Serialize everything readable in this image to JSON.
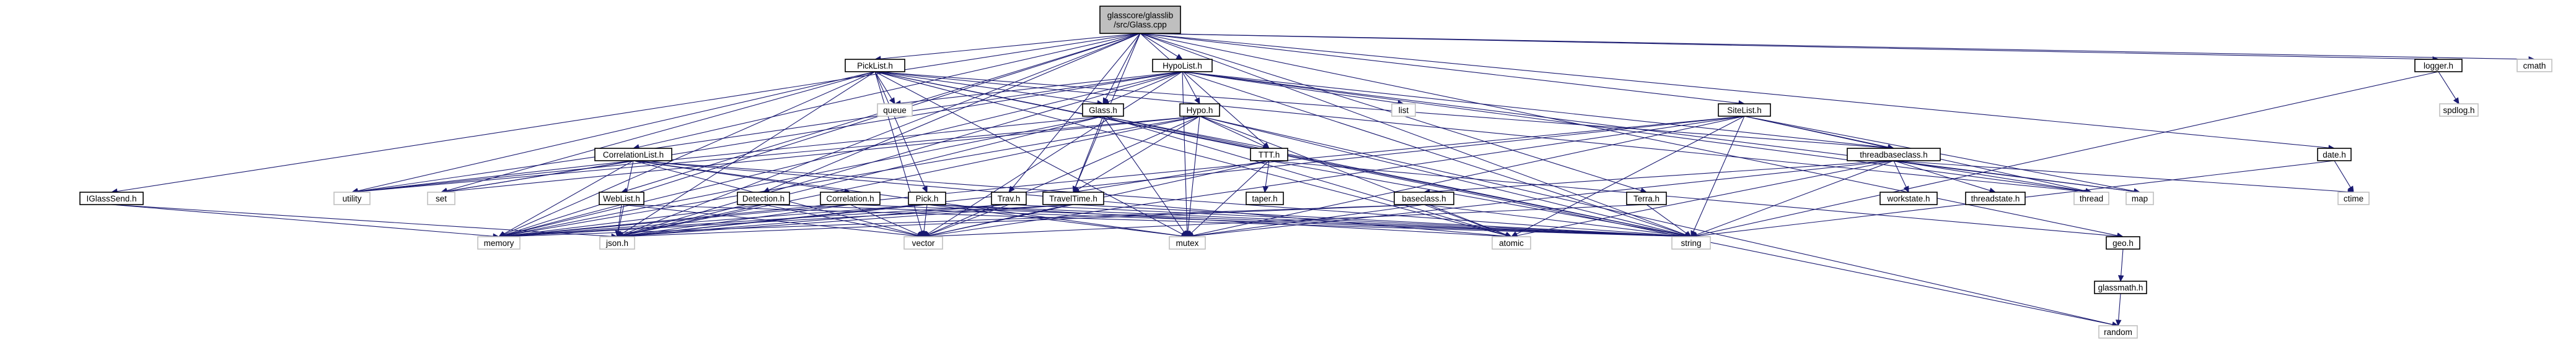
{
  "title": "glasscore/glasslib/src/Glass.cpp",
  "colors": {
    "edge": "#191970",
    "root_fill": "#bfbfbf",
    "node_fill": "#ffffff",
    "node_border": "#000000",
    "external_border": "#bfbfbf"
  },
  "nodes": [
    {
      "id": "root",
      "label": "glasscore/glasslib\n/src/Glass.cpp",
      "kind": "root"
    },
    {
      "id": "picklist",
      "label": "PickList.h",
      "kind": "header"
    },
    {
      "id": "hypolist",
      "label": "HypoList.h",
      "kind": "header"
    },
    {
      "id": "logger",
      "label": "logger.h",
      "kind": "header"
    },
    {
      "id": "cmath",
      "label": "cmath",
      "kind": "external"
    },
    {
      "id": "spdlog",
      "label": "spdlog.h",
      "kind": "external"
    },
    {
      "id": "queue",
      "label": "queue",
      "kind": "external"
    },
    {
      "id": "glass",
      "label": "Glass.h",
      "kind": "header"
    },
    {
      "id": "hypo",
      "label": "Hypo.h",
      "kind": "header"
    },
    {
      "id": "list",
      "label": "list",
      "kind": "external"
    },
    {
      "id": "sitelist",
      "label": "SiteList.h",
      "kind": "header"
    },
    {
      "id": "corrlist",
      "label": "CorrelationList.h",
      "kind": "header"
    },
    {
      "id": "ttt",
      "label": "TTT.h",
      "kind": "header"
    },
    {
      "id": "tbc",
      "label": "threadbaseclass.h",
      "kind": "header"
    },
    {
      "id": "date",
      "label": "date.h",
      "kind": "header"
    },
    {
      "id": "utility",
      "label": "utility",
      "kind": "external"
    },
    {
      "id": "set",
      "label": "set",
      "kind": "external"
    },
    {
      "id": "taper",
      "label": "taper.h",
      "kind": "header"
    },
    {
      "id": "baseclass",
      "label": "baseclass.h",
      "kind": "header"
    },
    {
      "id": "workstate",
      "label": "workstate.h",
      "kind": "header"
    },
    {
      "id": "threadstate",
      "label": "threadstate.h",
      "kind": "header"
    },
    {
      "id": "thread",
      "label": "thread",
      "kind": "external"
    },
    {
      "id": "map",
      "label": "map",
      "kind": "external"
    },
    {
      "id": "ctime",
      "label": "ctime",
      "kind": "external"
    },
    {
      "id": "iglasssend",
      "label": "IGlassSend.h",
      "kind": "header"
    },
    {
      "id": "weblist",
      "label": "WebList.h",
      "kind": "header"
    },
    {
      "id": "detection",
      "label": "Detection.h",
      "kind": "header"
    },
    {
      "id": "correlation",
      "label": "Correlation.h",
      "kind": "header"
    },
    {
      "id": "pick",
      "label": "Pick.h",
      "kind": "header"
    },
    {
      "id": "trav",
      "label": "Trav.h",
      "kind": "header"
    },
    {
      "id": "traveltime",
      "label": "TravelTime.h",
      "kind": "header"
    },
    {
      "id": "terra",
      "label": "Terra.h",
      "kind": "header"
    },
    {
      "id": "memory",
      "label": "memory",
      "kind": "external"
    },
    {
      "id": "json",
      "label": "json.h",
      "kind": "external"
    },
    {
      "id": "vector",
      "label": "vector",
      "kind": "external"
    },
    {
      "id": "mutex",
      "label": "mutex",
      "kind": "external"
    },
    {
      "id": "atomic",
      "label": "atomic",
      "kind": "external"
    },
    {
      "id": "string",
      "label": "string",
      "kind": "external"
    },
    {
      "id": "geo",
      "label": "geo.h",
      "kind": "header"
    },
    {
      "id": "glassmath",
      "label": "glassmath.h",
      "kind": "header"
    },
    {
      "id": "random",
      "label": "random",
      "kind": "external"
    }
  ],
  "edges": [
    [
      "root",
      "picklist"
    ],
    [
      "root",
      "hypolist"
    ],
    [
      "root",
      "logger"
    ],
    [
      "root",
      "cmath"
    ],
    [
      "root",
      "glass"
    ],
    [
      "root",
      "sitelist"
    ],
    [
      "root",
      "corrlist"
    ],
    [
      "root",
      "ttt"
    ],
    [
      "root",
      "date"
    ],
    [
      "root",
      "iglasssend"
    ],
    [
      "root",
      "weblist"
    ],
    [
      "root",
      "detection"
    ],
    [
      "root",
      "trav"
    ],
    [
      "root",
      "traveltime"
    ],
    [
      "root",
      "terra"
    ],
    [
      "root",
      "memory"
    ],
    [
      "root",
      "json"
    ],
    [
      "root",
      "geo"
    ],
    [
      "root",
      "string"
    ],
    [
      "picklist",
      "glass"
    ],
    [
      "picklist",
      "pick"
    ],
    [
      "picklist",
      "queue"
    ],
    [
      "picklist",
      "tbc"
    ],
    [
      "picklist",
      "utility"
    ],
    [
      "picklist",
      "set"
    ],
    [
      "picklist",
      "memory"
    ],
    [
      "picklist",
      "json"
    ],
    [
      "picklist",
      "vector"
    ],
    [
      "picklist",
      "mutex"
    ],
    [
      "picklist",
      "random"
    ],
    [
      "picklist",
      "atomic"
    ],
    [
      "picklist",
      "string"
    ],
    [
      "picklist",
      "thread"
    ],
    [
      "hypolist",
      "glass"
    ],
    [
      "hypolist",
      "hypo"
    ],
    [
      "hypolist",
      "queue"
    ],
    [
      "hypolist",
      "list"
    ],
    [
      "hypolist",
      "tbc"
    ],
    [
      "hypolist",
      "utility"
    ],
    [
      "hypolist",
      "set"
    ],
    [
      "hypolist",
      "memory"
    ],
    [
      "hypolist",
      "json"
    ],
    [
      "hypolist",
      "vector"
    ],
    [
      "hypolist",
      "mutex"
    ],
    [
      "hypolist",
      "string"
    ],
    [
      "hypolist",
      "thread"
    ],
    [
      "hypolist",
      "map"
    ],
    [
      "logger",
      "spdlog"
    ],
    [
      "logger",
      "string"
    ],
    [
      "glass",
      "ttt"
    ],
    [
      "glass",
      "traveltime"
    ],
    [
      "glass",
      "utility"
    ],
    [
      "glass",
      "memory"
    ],
    [
      "glass",
      "json"
    ],
    [
      "glass",
      "atomic"
    ],
    [
      "glass",
      "mutex"
    ],
    [
      "glass",
      "string"
    ],
    [
      "hypo",
      "ttt"
    ],
    [
      "hypo",
      "traveltime"
    ],
    [
      "hypo",
      "utility"
    ],
    [
      "hypo",
      "set"
    ],
    [
      "hypo",
      "memory"
    ],
    [
      "hypo",
      "json"
    ],
    [
      "hypo",
      "vector"
    ],
    [
      "hypo",
      "mutex"
    ],
    [
      "hypo",
      "atomic"
    ],
    [
      "hypo",
      "string"
    ],
    [
      "hypo",
      "random"
    ],
    [
      "sitelist",
      "tbc"
    ],
    [
      "sitelist",
      "vector"
    ],
    [
      "sitelist",
      "mutex"
    ],
    [
      "sitelist",
      "thread"
    ],
    [
      "sitelist",
      "map"
    ],
    [
      "sitelist",
      "memory"
    ],
    [
      "sitelist",
      "json"
    ],
    [
      "sitelist",
      "string"
    ],
    [
      "sitelist",
      "atomic"
    ],
    [
      "corrlist",
      "correlation"
    ],
    [
      "corrlist",
      "utility"
    ],
    [
      "corrlist",
      "set"
    ],
    [
      "corrlist",
      "memory"
    ],
    [
      "corrlist",
      "json"
    ],
    [
      "corrlist",
      "vector"
    ],
    [
      "corrlist",
      "mutex"
    ],
    [
      "corrlist",
      "atomic"
    ],
    [
      "corrlist",
      "string"
    ],
    [
      "ttt",
      "taper"
    ],
    [
      "ttt",
      "traveltime"
    ],
    [
      "ttt",
      "geo"
    ],
    [
      "ttt",
      "mutex"
    ],
    [
      "ttt",
      "string"
    ],
    [
      "ttt",
      "vector"
    ],
    [
      "tbc",
      "baseclass"
    ],
    [
      "tbc",
      "workstate"
    ],
    [
      "tbc",
      "threadstate"
    ],
    [
      "tbc",
      "thread"
    ],
    [
      "tbc",
      "map"
    ],
    [
      "tbc",
      "ctime"
    ],
    [
      "tbc",
      "mutex"
    ],
    [
      "tbc",
      "atomic"
    ],
    [
      "tbc",
      "string"
    ],
    [
      "date",
      "ctime"
    ],
    [
      "date",
      "string"
    ],
    [
      "baseclass",
      "memory"
    ],
    [
      "baseclass",
      "json"
    ],
    [
      "baseclass",
      "mutex"
    ],
    [
      "baseclass",
      "atomic"
    ],
    [
      "baseclass",
      "string"
    ],
    [
      "iglasssend",
      "memory"
    ],
    [
      "iglasssend",
      "json"
    ],
    [
      "weblist",
      "memory"
    ],
    [
      "weblist",
      "json"
    ],
    [
      "weblist",
      "vector"
    ],
    [
      "weblist",
      "string"
    ],
    [
      "detection",
      "memory"
    ],
    [
      "detection",
      "json"
    ],
    [
      "detection",
      "vector"
    ],
    [
      "detection",
      "string"
    ],
    [
      "correlation",
      "memory"
    ],
    [
      "correlation",
      "json"
    ],
    [
      "correlation",
      "vector"
    ],
    [
      "correlation",
      "string"
    ],
    [
      "pick",
      "memory"
    ],
    [
      "pick",
      "json"
    ],
    [
      "pick",
      "vector"
    ],
    [
      "pick",
      "string"
    ],
    [
      "pick",
      "mutex"
    ],
    [
      "pick",
      "atomic"
    ],
    [
      "trav",
      "memory"
    ],
    [
      "trav",
      "json"
    ],
    [
      "trav",
      "vector"
    ],
    [
      "trav",
      "string"
    ],
    [
      "traveltime",
      "memory"
    ],
    [
      "traveltime",
      "json"
    ],
    [
      "traveltime",
      "vector"
    ],
    [
      "traveltime",
      "string"
    ],
    [
      "terra",
      "vector"
    ],
    [
      "terra",
      "string"
    ],
    [
      "geo",
      "glassmath"
    ],
    [
      "glassmath",
      "random"
    ]
  ]
}
